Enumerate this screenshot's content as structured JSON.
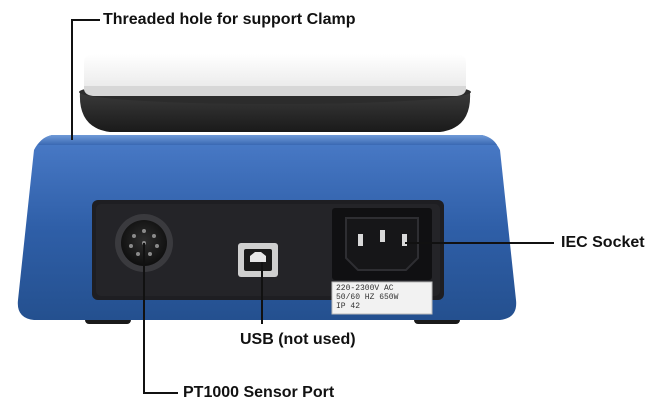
{
  "callouts": {
    "threaded_hole": "Threaded hole for support Clamp",
    "iec_socket": "IEC Socket",
    "usb": "USB (not used)",
    "sensor_port": "PT1000 Sensor Port"
  },
  "spec_plate": {
    "line1": "220-2300V AC",
    "line2": "50/60 HZ 650W",
    "line3": "IP 42"
  },
  "colors": {
    "housing_blue": "#2f5fa8",
    "plate_white": "#f4f4f4",
    "ring_black": "#2a2a2a",
    "panel_dark": "#1e1e22",
    "leader_line": "#111111"
  }
}
